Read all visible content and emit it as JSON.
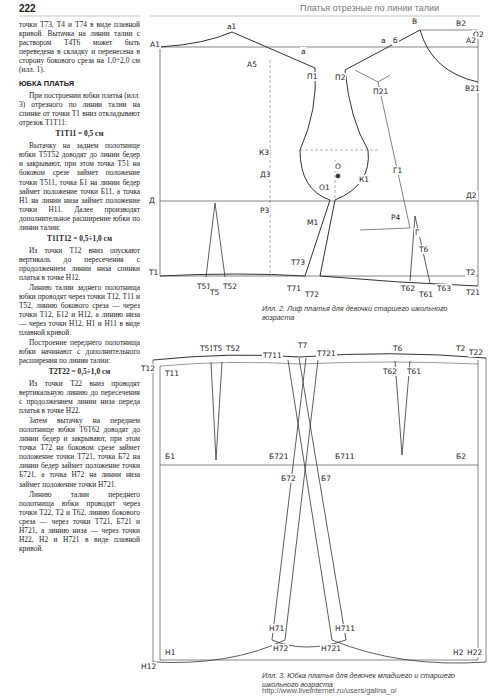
{
  "diagram": {
    "title": "Платья отрезные по линии талии",
    "labels": [
      "222",
      "точки Т73, Т4 и Т74 в виде плавной кривой. Вытачка на линии талии с раствором Т4Т6 может быть переведена в складку и перенесена в сторону бокового среза на 1,0÷2,0 см (илл. 1).",
      "ЮБКА ПЛАТЬЯ",
      "При построении юбки платья (илл. 3) отрезного по линии талии на спинке от точки Т1 вниз откладывают отрезок Т1Т11:",
      "Т1Т11 = 0,5 см",
      "Вытачку на заднем полотнище юбки Т5Т52 доводят до линии бедер и закрывают, при этом точка Т51 на боковом срезе займет положение точки Т511, точка Б1 на линии бедер займет положение точки Б11, а точка Н1 на линии низа займет положение точки Н11. Далее производят дополнительное расширение юбки по линии талии:",
      "Т11Т12 = 0,5÷1,0 см",
      "Из точки Т12 вниз опускают вертикаль до пересечения с продолжением линии низа спинки платья в точке Н12.",
      "Линию талии заднего полотнища юбки проводят через точки Т12, Т11 и Т52, линию бокового среза — через точки Т12, Б12 и Н12, а линию низа — через точки Н12, Н1 и Н11 в виде плавной кривой.",
      "Построение переднего полотнища юбки начинают с дополнительного расширения по линии талии:",
      "Т2Т22 = 0,5÷1,0 см",
      "Из точки Т22 вниз проводят вертикальную линию до пересечения с продолжением линии низа переда платья в точке Н22.",
      "Затем вытачку на переднем полотнище юбки Т6Т62 доводят до линии бедер и закрывают, при этом точка Т72 на боковом срезе займет положение точки Т721, точка Б72 на линии бедер займет положение точки Б721, а точка Н72 на линии низа займет положение точки Н721.",
      "Линию талии переднего полотнища юбки проводят через точки Т22, Т2 и Т62, линию бокового среза — через точки Т721, Б721 и Н721, а линию низа — через точки Н22, Н2 и Н721 в виде плавной кривой.",
      "Илл. 2. Лиф платья для девочки старшего школьного возраста",
      "Илл. 3. Юбка платья для девочек младшего и старшего школьного возраста",
      "http://www.liveinternet.ru/users/galina_o/",
      "а1",
      "В",
      "В2",
      "О2",
      "А1",
      "А2",
      "а",
      "А5",
      "а",
      "б",
      "П1",
      "П2",
      "П21",
      "В21",
      "К3",
      "Д3",
      "О1",
      "О",
      "К1",
      "Г1",
      "Д",
      "Д2",
      "Р3",
      "Р4",
      "М1",
      "Г",
      "Т1",
      "Т51",
      "Т5",
      "Т52",
      "Т73",
      "Т71",
      "Т72",
      "Т6",
      "Т62",
      "Т61",
      "Т63",
      "Т2",
      "Т21",
      "Т12",
      "Т51",
      "Т5",
      "Т52",
      "Т711",
      "Т7",
      "Т721",
      "Т6",
      "Т2",
      "Т22",
      "Т11",
      "Т62",
      "Т61",
      "Б1",
      "Б721",
      "Б711",
      "Б72",
      "Б7",
      "Б2",
      "Н12",
      "Н1",
      "Н71",
      "Н711",
      "Н72",
      "Н721",
      "Н2",
      "Н22"
    ]
  }
}
